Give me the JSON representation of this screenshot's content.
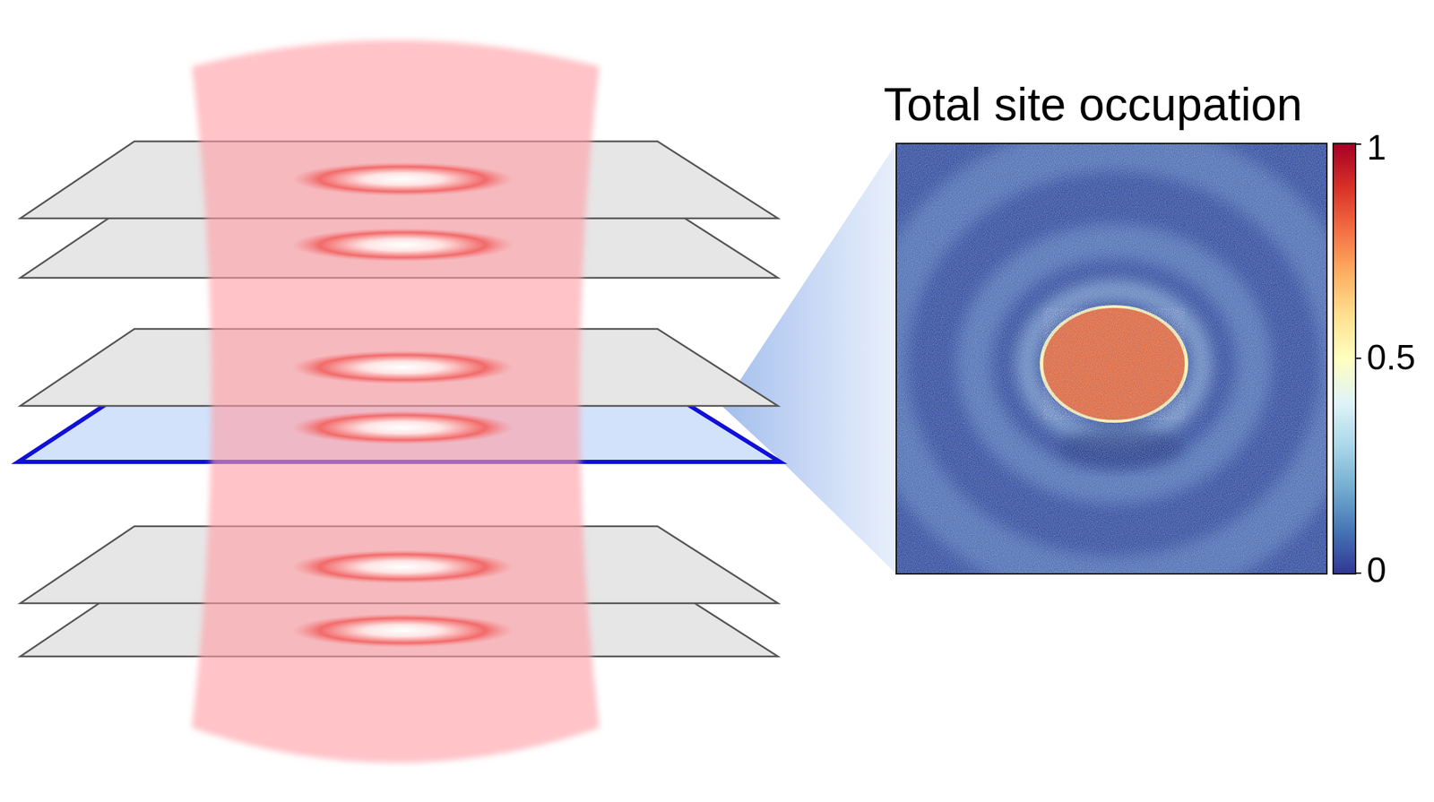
{
  "diagram": {
    "title": "Total site occupation",
    "labels": [
      "1",
      "0.5",
      "0"
    ]
  }
}
